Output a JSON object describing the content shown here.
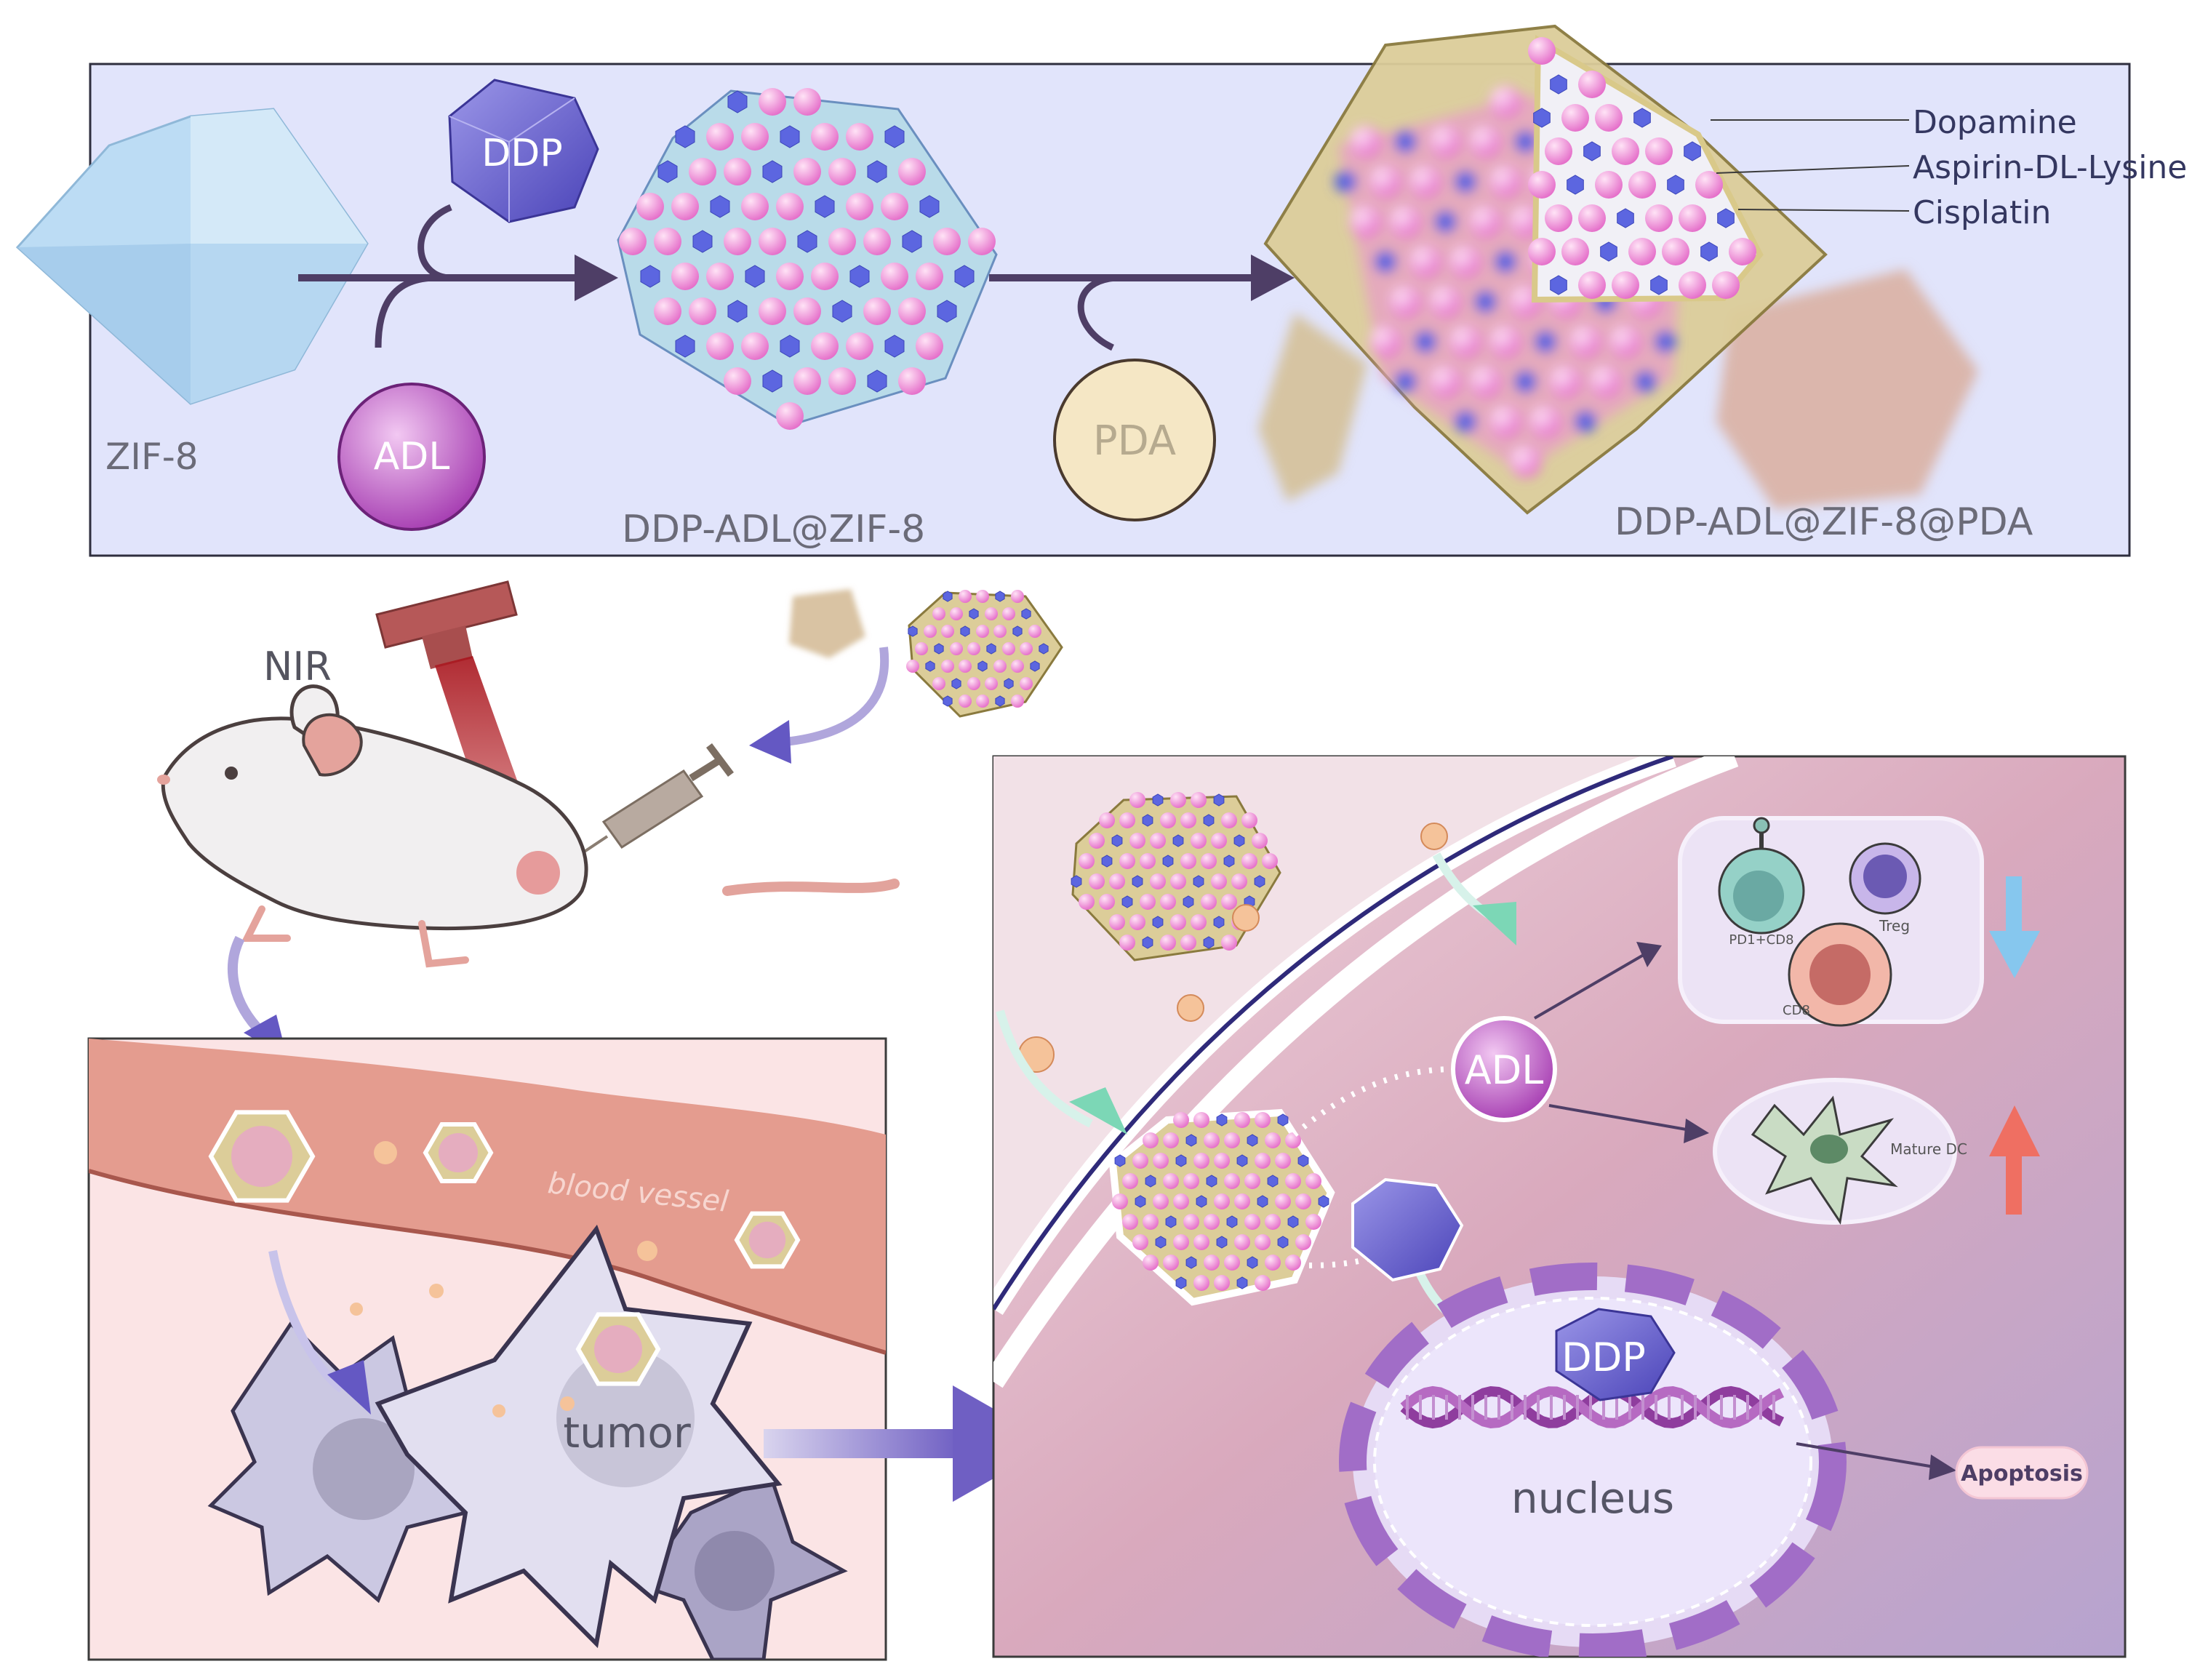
{
  "synthesis": {
    "zif8": "ZIF-8",
    "ddp": "DDP",
    "adl": "ADL",
    "intermediate": "DDP-ADL@ZIF-8",
    "pda": "PDA",
    "final": "DDP-ADL@ZIF-8@PDA",
    "legend": [
      "Dopamine",
      "Aspirin-DL-Lysine",
      "Cisplatin"
    ]
  },
  "injection": {
    "nir": "NIR"
  },
  "tumor_panel": {
    "vessel": "blood vessel",
    "tumor": "tumor"
  },
  "cell_panel": {
    "adl": "ADL",
    "ddp": "DDP",
    "nucleus": "nucleus",
    "apoptosis": "Apoptosis",
    "immune": {
      "pd1": "PD1+CD8",
      "treg": "Treg",
      "cd8": "CD8"
    },
    "mature_dc": "Mature DC"
  },
  "colors": {
    "panel_top": "#e1e4fb",
    "arrow": "#4e3e66",
    "pink_sphere": "#f08fd8",
    "blue_hex": "#5c66e0",
    "zif_crystal": "#bcdcf4",
    "pda_shell": "#d8c88f",
    "arrow_up": "#ef6f62",
    "arrow_down": "#86c7ee"
  }
}
